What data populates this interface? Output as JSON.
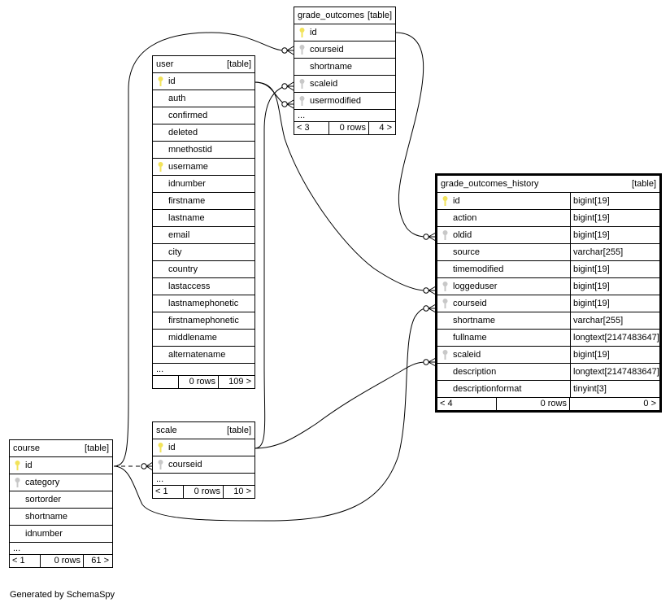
{
  "tables": {
    "grade_outcomes": {
      "name": "grade_outcomes",
      "kind": "[table]",
      "columns": [
        {
          "name": "id",
          "key": "primary"
        },
        {
          "name": "courseid",
          "key": "foreign"
        },
        {
          "name": "shortname",
          "key": ""
        },
        {
          "name": "scaleid",
          "key": "foreign"
        },
        {
          "name": "usermodified",
          "key": "foreign"
        }
      ],
      "more": "...",
      "footer": {
        "parents": "< 3",
        "rows": "0 rows",
        "children": "4 >"
      }
    },
    "user": {
      "name": "user",
      "kind": "[table]",
      "columns": [
        {
          "name": "id",
          "key": "primary"
        },
        {
          "name": "auth",
          "key": ""
        },
        {
          "name": "confirmed",
          "key": ""
        },
        {
          "name": "deleted",
          "key": ""
        },
        {
          "name": "mnethostid",
          "key": ""
        },
        {
          "name": "username",
          "key": "primary"
        },
        {
          "name": "idnumber",
          "key": ""
        },
        {
          "name": "firstname",
          "key": ""
        },
        {
          "name": "lastname",
          "key": ""
        },
        {
          "name": "email",
          "key": ""
        },
        {
          "name": "city",
          "key": ""
        },
        {
          "name": "country",
          "key": ""
        },
        {
          "name": "lastaccess",
          "key": ""
        },
        {
          "name": "lastnamephonetic",
          "key": ""
        },
        {
          "name": "firstnamephonetic",
          "key": ""
        },
        {
          "name": "middlename",
          "key": ""
        },
        {
          "name": "alternatename",
          "key": ""
        }
      ],
      "more": "...",
      "footer": {
        "parents": "",
        "rows": "0 rows",
        "children": "109 >"
      }
    },
    "grade_outcomes_history": {
      "name": "grade_outcomes_history",
      "kind": "[table]",
      "columns": [
        {
          "name": "id",
          "type": "bigint[19]",
          "key": "primary"
        },
        {
          "name": "action",
          "type": "bigint[19]",
          "key": ""
        },
        {
          "name": "oldid",
          "type": "bigint[19]",
          "key": "foreign"
        },
        {
          "name": "source",
          "type": "varchar[255]",
          "key": ""
        },
        {
          "name": "timemodified",
          "type": "bigint[19]",
          "key": ""
        },
        {
          "name": "loggeduser",
          "type": "bigint[19]",
          "key": "foreign"
        },
        {
          "name": "courseid",
          "type": "bigint[19]",
          "key": "foreign"
        },
        {
          "name": "shortname",
          "type": "varchar[255]",
          "key": ""
        },
        {
          "name": "fullname",
          "type": "longtext[2147483647]",
          "key": ""
        },
        {
          "name": "scaleid",
          "type": "bigint[19]",
          "key": "foreign"
        },
        {
          "name": "description",
          "type": "longtext[2147483647]",
          "key": ""
        },
        {
          "name": "descriptionformat",
          "type": "tinyint[3]",
          "key": ""
        }
      ],
      "footer": {
        "parents": "< 4",
        "rows": "0 rows",
        "children": "0 >"
      }
    },
    "scale": {
      "name": "scale",
      "kind": "[table]",
      "columns": [
        {
          "name": "id",
          "key": "primary"
        },
        {
          "name": "courseid",
          "key": "foreign"
        }
      ],
      "more": "...",
      "footer": {
        "parents": "< 1",
        "rows": "0 rows",
        "children": "10 >"
      }
    },
    "course": {
      "name": "course",
      "kind": "[table]",
      "columns": [
        {
          "name": "id",
          "key": "primary"
        },
        {
          "name": "category",
          "key": "foreign"
        },
        {
          "name": "sortorder",
          "key": ""
        },
        {
          "name": "shortname",
          "key": ""
        },
        {
          "name": "idnumber",
          "key": ""
        }
      ],
      "more": "...",
      "footer": {
        "parents": "< 1",
        "rows": "0 rows",
        "children": "61 >"
      }
    }
  },
  "relationships": [
    {
      "from": "course.id",
      "to": "grade_outcomes.courseid"
    },
    {
      "from": "user.id",
      "to": "grade_outcomes.usermodified"
    },
    {
      "from": "scale.id",
      "to": "grade_outcomes.scaleid"
    },
    {
      "from": "grade_outcomes.id",
      "to": "grade_outcomes_history.oldid"
    },
    {
      "from": "user.id",
      "to": "grade_outcomes_history.loggeduser"
    },
    {
      "from": "course.id",
      "to": "grade_outcomes_history.courseid"
    },
    {
      "from": "scale.id",
      "to": "grade_outcomes_history.scaleid"
    },
    {
      "from": "course.id",
      "to": "scale.courseid",
      "style": "dashed"
    }
  ],
  "credit": "Generated by SchemaSpy",
  "colors": {
    "primary_key": "#f2e35a",
    "foreign_key": "#c8c8c8"
  }
}
